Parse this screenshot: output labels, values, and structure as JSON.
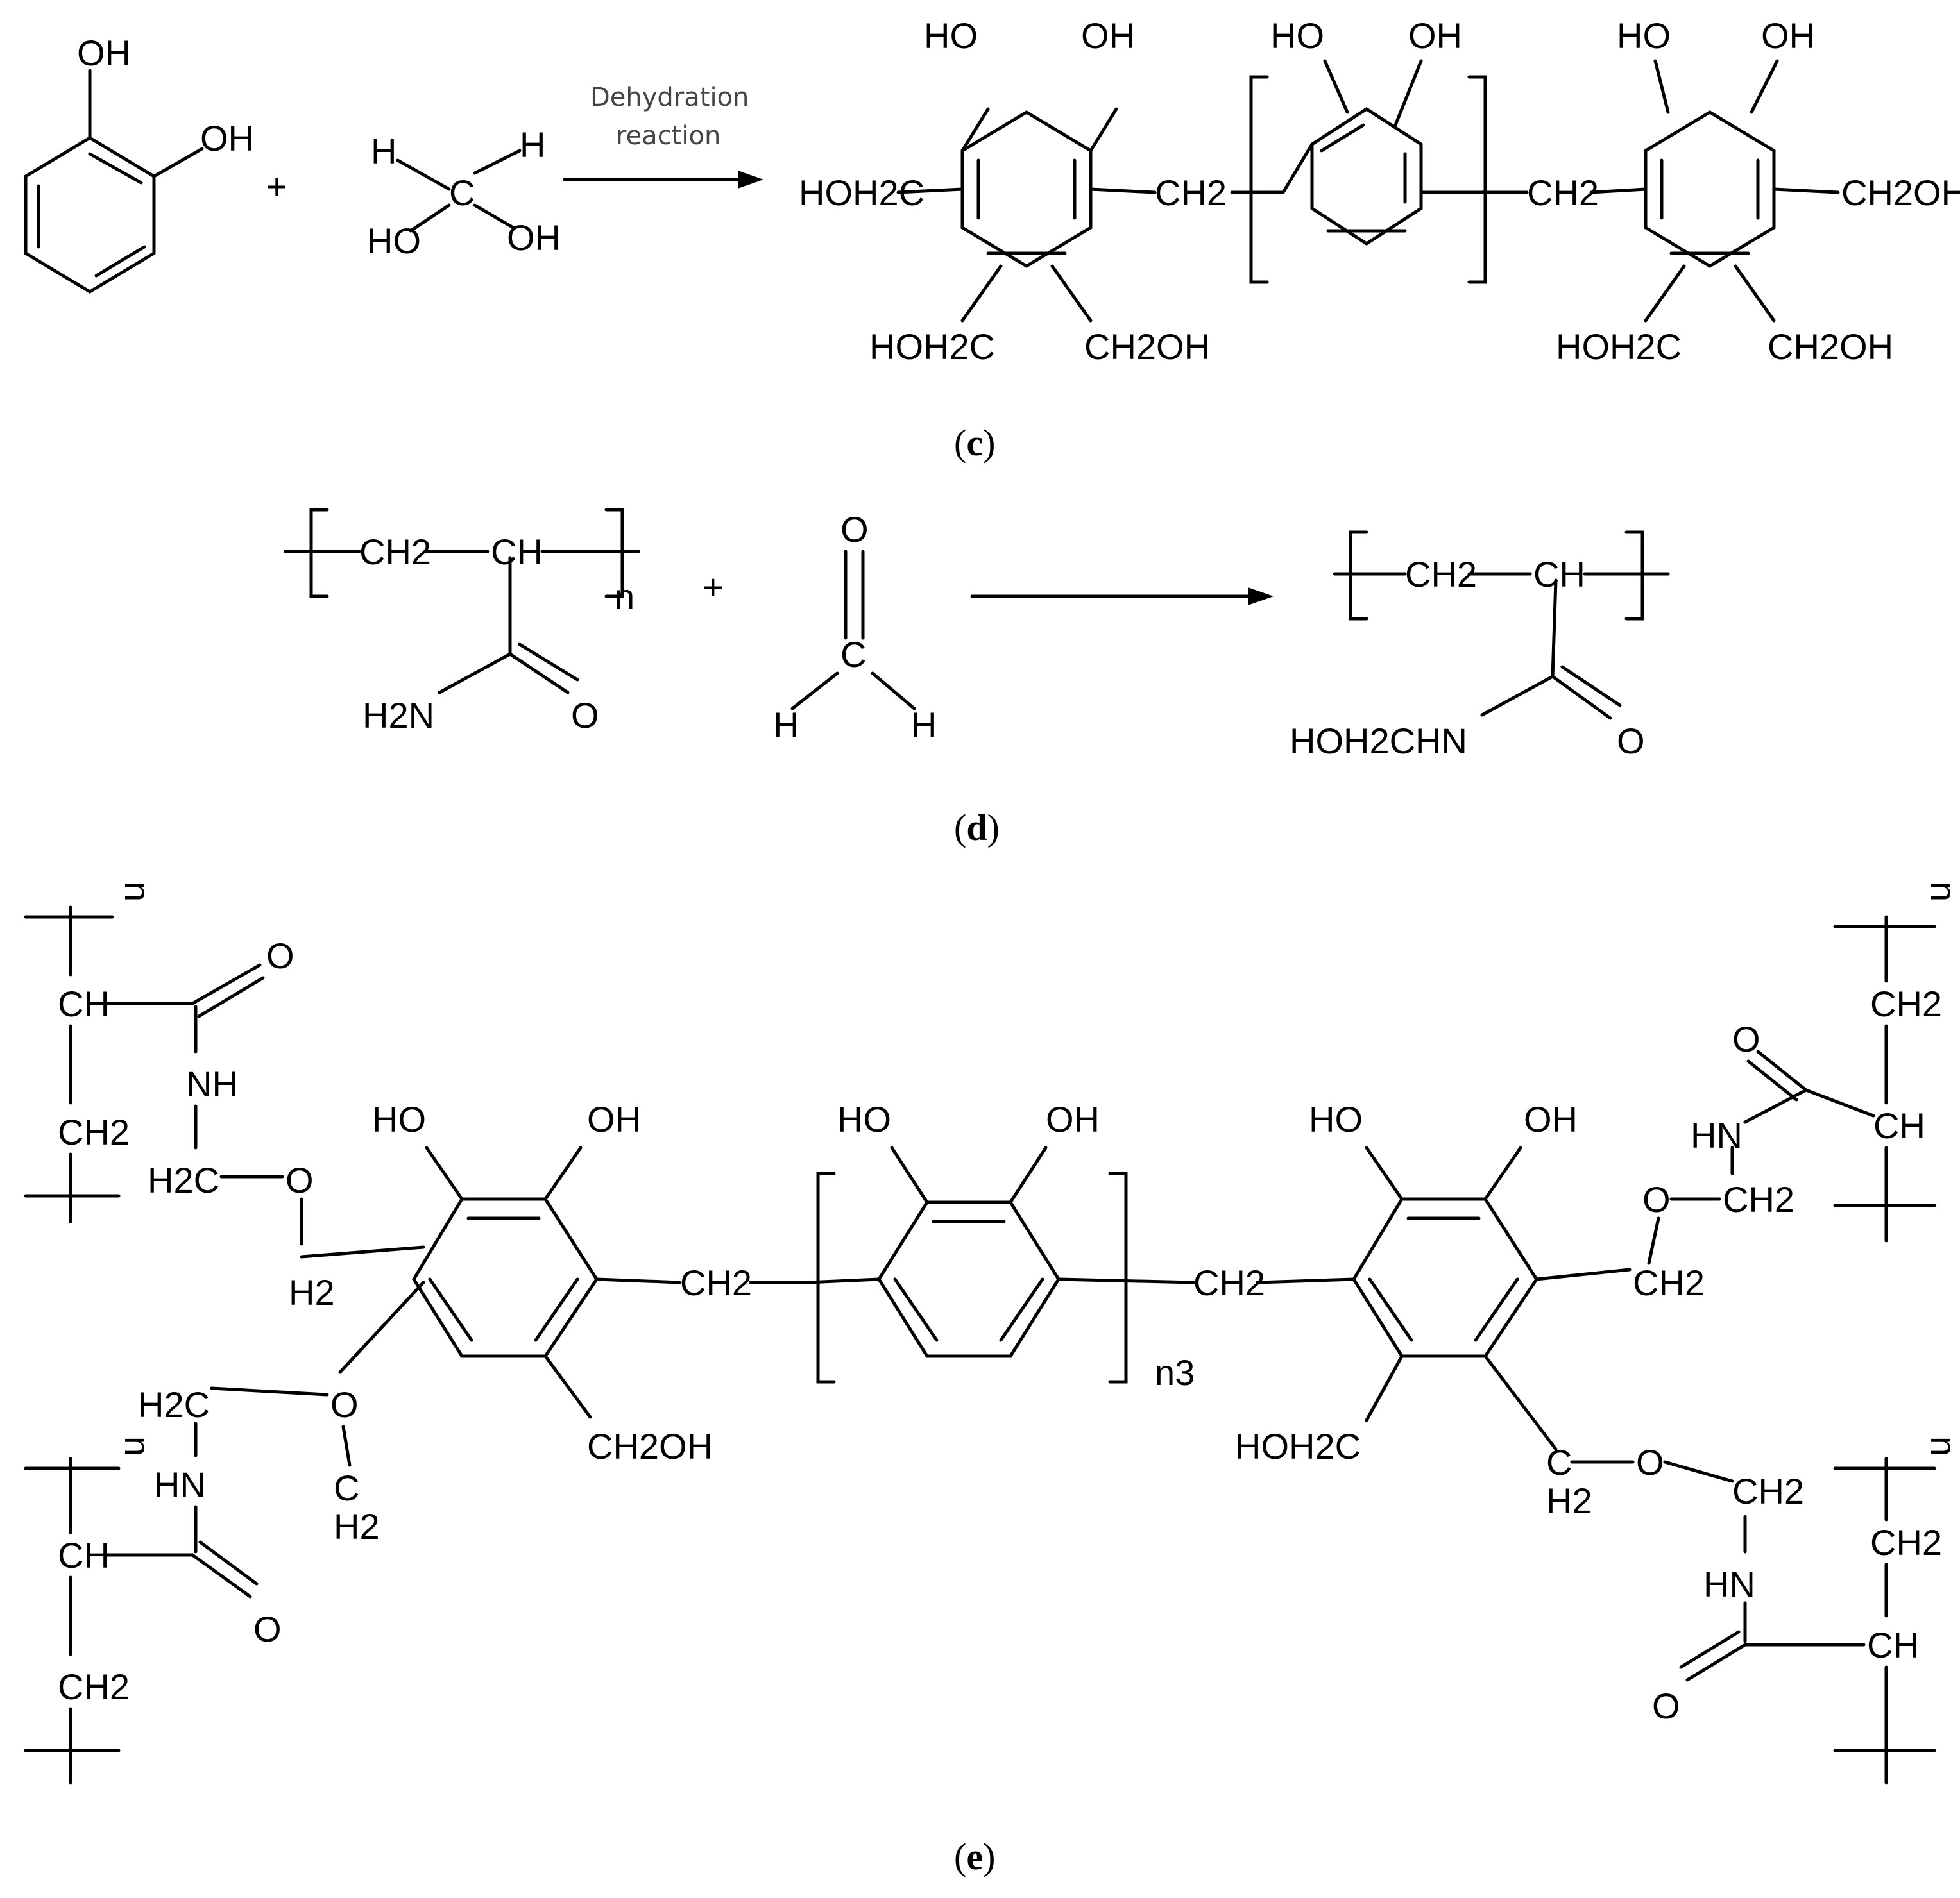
{
  "labels": {
    "oh": "OH",
    "ho": "HO",
    "h": "H",
    "c": "C",
    "o": "O",
    "nh": "NH",
    "hn": "HN",
    "n": "n",
    "hoh2c": "HOH2C",
    "ch2oh": "CH2OH",
    "ch2": "CH2",
    "ch": "CH",
    "h2c": "H2C",
    "h2": "H2",
    "h2n": "H2N",
    "hoh2chn": "HOH2CHN",
    "n3": "n3",
    "plus": "+"
  },
  "reaction_c": {
    "arrow_label_line1": "Dehydration",
    "arrow_label_line2": "reaction"
  },
  "captions": {
    "c": "c",
    "d": "d",
    "e": "e"
  }
}
